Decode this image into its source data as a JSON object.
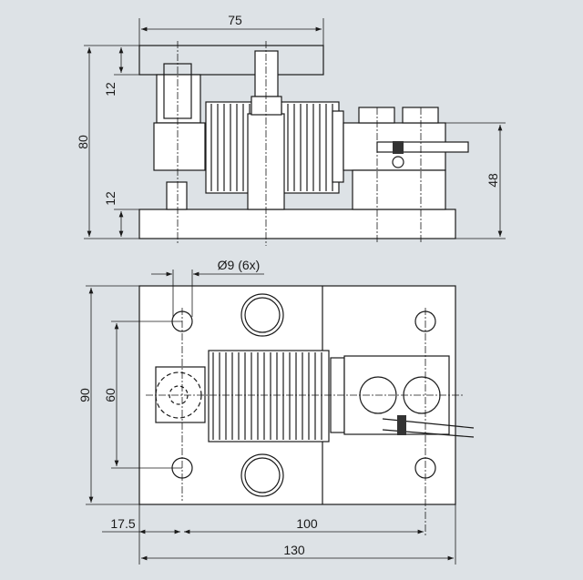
{
  "side_view": {
    "dims": {
      "top_width": "75",
      "overall_height": "80",
      "top_plate_thickness": "12",
      "base_plate_thickness": "12",
      "cable_height": "48"
    }
  },
  "top_view": {
    "dims": {
      "hole_diameter": "Ø9 (6x)",
      "plate_depth": "90",
      "hole_spacing_y": "60",
      "edge_offset": "17.5",
      "hole_spacing_x": "100",
      "plate_length": "130"
    }
  },
  "colors": {
    "background": "#dde2e6",
    "part": "#ffffff",
    "line": "#1a1a1a"
  }
}
